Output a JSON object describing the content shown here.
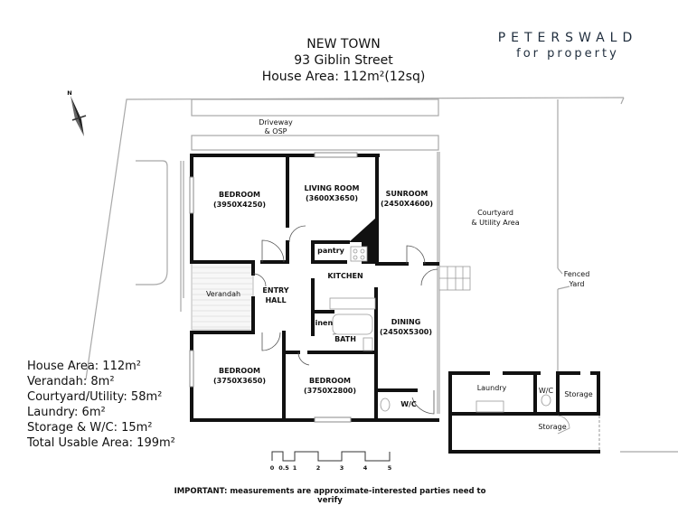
{
  "header": {
    "suburb": "NEW TOWN",
    "address": "93 Giblin Street",
    "house_area": "House Area: 112m²(12sq)"
  },
  "logo": {
    "name": "PETERSWALD",
    "tagline": "for property"
  },
  "compass": {
    "label": "N",
    "icon": "north-arrow-icon"
  },
  "rooms": {
    "bedroom1": {
      "name": "BEDROOM",
      "dims": "(3950X4250)"
    },
    "living": {
      "name": "LIVING ROOM",
      "dims": "(3600X3650)"
    },
    "sunroom": {
      "name": "SUNROOM",
      "dims": "(2450X4600)"
    },
    "pantry": {
      "name": "pantry"
    },
    "kitchen": {
      "name": "KITCHEN"
    },
    "entry": {
      "name1": "ENTRY",
      "name2": "HALL"
    },
    "verandah": {
      "name": "Verandah"
    },
    "linen": {
      "name": "linen"
    },
    "bath": {
      "name": "BATH"
    },
    "dining": {
      "name": "DINING",
      "dims": "(2450X5300)"
    },
    "bedroom2": {
      "name": "BEDROOM",
      "dims": "(3750X3650)"
    },
    "bedroom3": {
      "name": "BEDROOM",
      "dims": "(3750X2800)"
    },
    "wc": {
      "name": "W/C"
    }
  },
  "outdoor": {
    "driveway1": "Driveway",
    "driveway2": "& OSP",
    "courtyard1": "Courtyard",
    "courtyard2": "& Utility Area",
    "fenced1": "Fenced",
    "fenced2": "Yard"
  },
  "outbuilding": {
    "laundry": "Laundry",
    "wc": "W/C",
    "storage1": "Storage",
    "storage2": "Storage"
  },
  "areas": [
    "House Area: 112m²",
    "Verandah: 8m²",
    "Courtyard/Utility: 58m²",
    "Laundry: 6m²",
    "Storage & W/C: 15m²",
    "Total Usable Area: 199m²"
  ],
  "scale": {
    "ticks": [
      "0",
      "0.5",
      "1",
      "2",
      "3",
      "4",
      "5"
    ]
  },
  "disclaimer": "IMPORTANT: measurements are approximate-interested parties need to verify",
  "colors": {
    "wall": "#111111",
    "boundary": "#9a9a9a",
    "logo": "#1f2d3d"
  }
}
